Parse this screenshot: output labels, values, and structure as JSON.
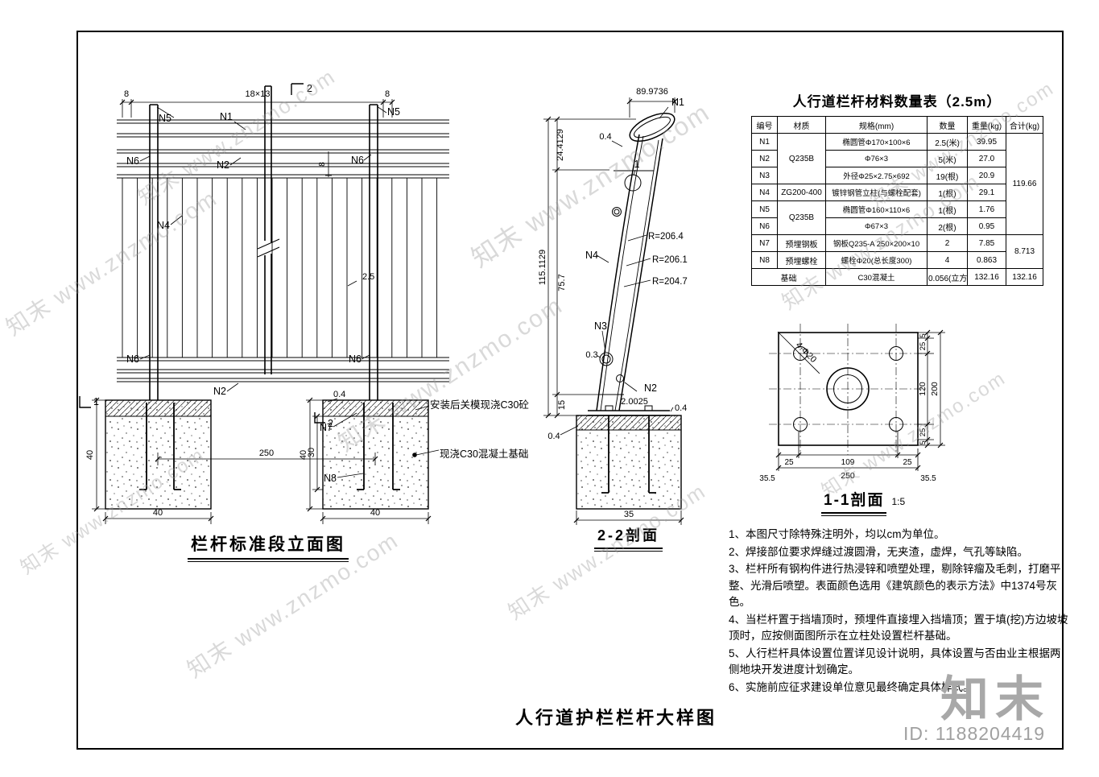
{
  "page": {
    "main_title": "人行道护栏栏杆大样图"
  },
  "watermark": {
    "text": "知末 www.znzmo.com",
    "logo": "知末",
    "id": "ID: 1188204419"
  },
  "table": {
    "title": "人行道栏杆材料数量表（2.5m）",
    "headers": {
      "id": "编号",
      "material": "材质",
      "spec": "规格(mm)",
      "qty": "数量",
      "weight": "重量(kg)",
      "total": "合计(kg)"
    },
    "rows": {
      "n1": {
        "id": "N1",
        "spec": "椭圆管Φ170×100×6",
        "qty": "2.5(米)",
        "weight": "39.95"
      },
      "n2": {
        "id": "N2",
        "spec": "Φ76×3",
        "qty": "5(米)",
        "weight": "27.0"
      },
      "n3": {
        "id": "N3",
        "spec": "外径Φ25×2.75×692",
        "qty": "19(根)",
        "weight": "20.9"
      },
      "n4": {
        "id": "N4",
        "spec": "镀锌钢管立柱(与螺栓配套)",
        "qty": "1(根)",
        "weight": "29.1"
      },
      "n5": {
        "id": "N5",
        "spec": "椭圆管Φ160×110×6",
        "qty": "1(根)",
        "weight": "1.76"
      },
      "n6": {
        "id": "N6",
        "spec": "Φ67×3",
        "qty": "2(根)",
        "weight": "0.95"
      },
      "n7": {
        "id": "N7",
        "spec": "钢板Q235-A 250×200×10",
        "qty": "2",
        "weight": "7.85"
      },
      "n8": {
        "id": "N8",
        "spec": "螺栓Φ20(总长度300)",
        "qty": "4",
        "weight": "0.863"
      },
      "base": {
        "id": "基础",
        "spec": "C30混凝土",
        "qty": "0.056(立方)",
        "weight": "132.16"
      }
    },
    "materials": {
      "q235b_a": "Q235B",
      "zg": "ZG200-400",
      "q235b_b": "Q235B",
      "plate": "预埋钢板",
      "bolt": "预埋螺栓"
    },
    "totals": {
      "rail": "119.66",
      "embed": "8.713",
      "base": "132.16"
    }
  },
  "elevation": {
    "title": "栏杆标准段立面图",
    "dim_8_left": "8",
    "dim_span": "18×13",
    "dim_8_right": "8",
    "dim_8_rail": "8",
    "marker_2_top": "2",
    "marker_2_bottom": "2",
    "marker_1": "1",
    "n5_left": "N5",
    "n1": "N1",
    "n6_top_left": "N6",
    "n2_top": "N2",
    "n4": "N4",
    "n5_right": "N5",
    "n6_top_right": "N6",
    "n6_bottom_left": "N6",
    "n6_bottom_right": "N6",
    "n2_bottom": "N2",
    "n7": "N7",
    "n8": "N8",
    "dim_2_5": "2.5",
    "dim_0_4": "0.4",
    "dim_250": "250",
    "dim_40_left_w": "40",
    "dim_40_right_w": "40",
    "dim_40_left_h": "40",
    "dim_30": "30",
    "dim_40_right_h": "40",
    "note_cast_top": "安装后关模现浇C30砼",
    "note_cast_base": "现浇C30混凝土基础"
  },
  "section22": {
    "title": "2-2剖面",
    "dim_width": "89.9736",
    "n1": "N1",
    "dim_0_4_top": "0.4",
    "joint_1": "1",
    "dim_24": "24.4129",
    "dim_115": "115.1129",
    "dim_75": "75.7",
    "dim_15": "15",
    "r1": "R=206.4",
    "r2": "R=206.1",
    "r3": "R=204.7",
    "n4": "N4",
    "n3": "N3",
    "n2": "N2",
    "dim_0_3": "0.3",
    "dim_2_0025": "2.0025",
    "dim_0_4_left": "0.4",
    "dim_0_4_right": "0.4",
    "dim_35": "35"
  },
  "section11": {
    "title": "1-1剖面",
    "scale": "1:5",
    "hole_label": "4-Φ20",
    "r5a": "5",
    "r25a": "25",
    "r120": "120",
    "r25b": "25",
    "r5b": "5",
    "r200": "200",
    "b25a": "25",
    "b109": "109",
    "b25b": "25",
    "b250": "250",
    "b355l": "35.5",
    "b355r": "35.5"
  },
  "notes": [
    "1、本图尺寸除特殊注明外，均以cm为单位。",
    "2、焊接部位要求焊缝过渡圆滑，无夹渣，虚焊，气孔等缺陷。",
    "3、栏杆所有钢构件进行热浸锌和喷塑处理，剔除锌瘤及毛刺，打磨平整、光滑后喷塑。表面颜色选用《建筑颜色的表示方法》中1374号灰色。",
    "4、当栏杆置于挡墙顶时，预埋件直接埋入挡墙顶；置于填(挖)方边坡坡顶时，应按侧面图所示在立柱处设置栏杆基础。",
    "5、人行栏杆具体设置位置详见设计说明，具体设置与否由业主根据两侧地块开发进度计划确定。",
    "6、实施前应征求建设单位意见最终确定具体样式。"
  ]
}
